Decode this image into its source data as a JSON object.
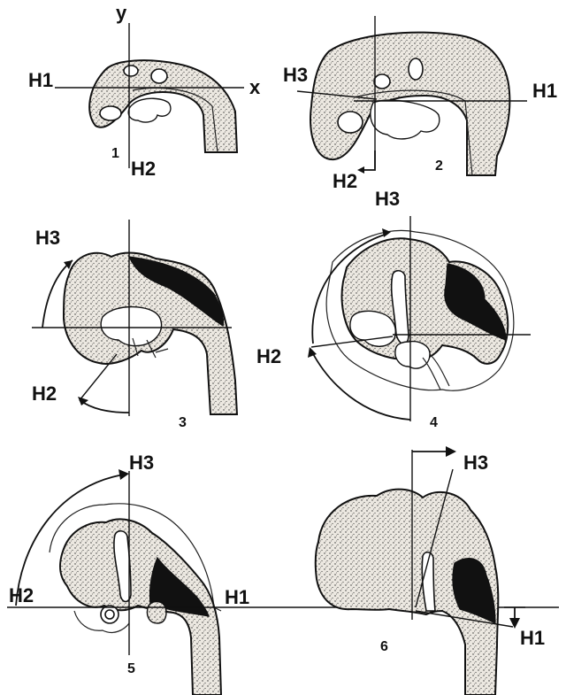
{
  "figure": {
    "panels": [
      {
        "number": "1",
        "labels": {
          "y": "y",
          "x": "x",
          "h1": "H1",
          "h2": "H2"
        }
      },
      {
        "number": "2",
        "labels": {
          "h3": "H3",
          "h1": "H1",
          "h2": "H2"
        }
      },
      {
        "number": "3",
        "labels": {
          "h3": "H3",
          "h2": "H2"
        }
      },
      {
        "number": "4",
        "labels": {
          "h3": "H3",
          "h2": "H2"
        }
      },
      {
        "number": "5",
        "labels": {
          "h3": "H3",
          "h2": "H2",
          "h1": "H1"
        }
      },
      {
        "number": "6",
        "labels": {
          "h3": "H3",
          "h1": "H1"
        }
      }
    ],
    "colors": {
      "ink": "#111111",
      "tissue": "#ece8e1",
      "background": "#ffffff"
    }
  }
}
